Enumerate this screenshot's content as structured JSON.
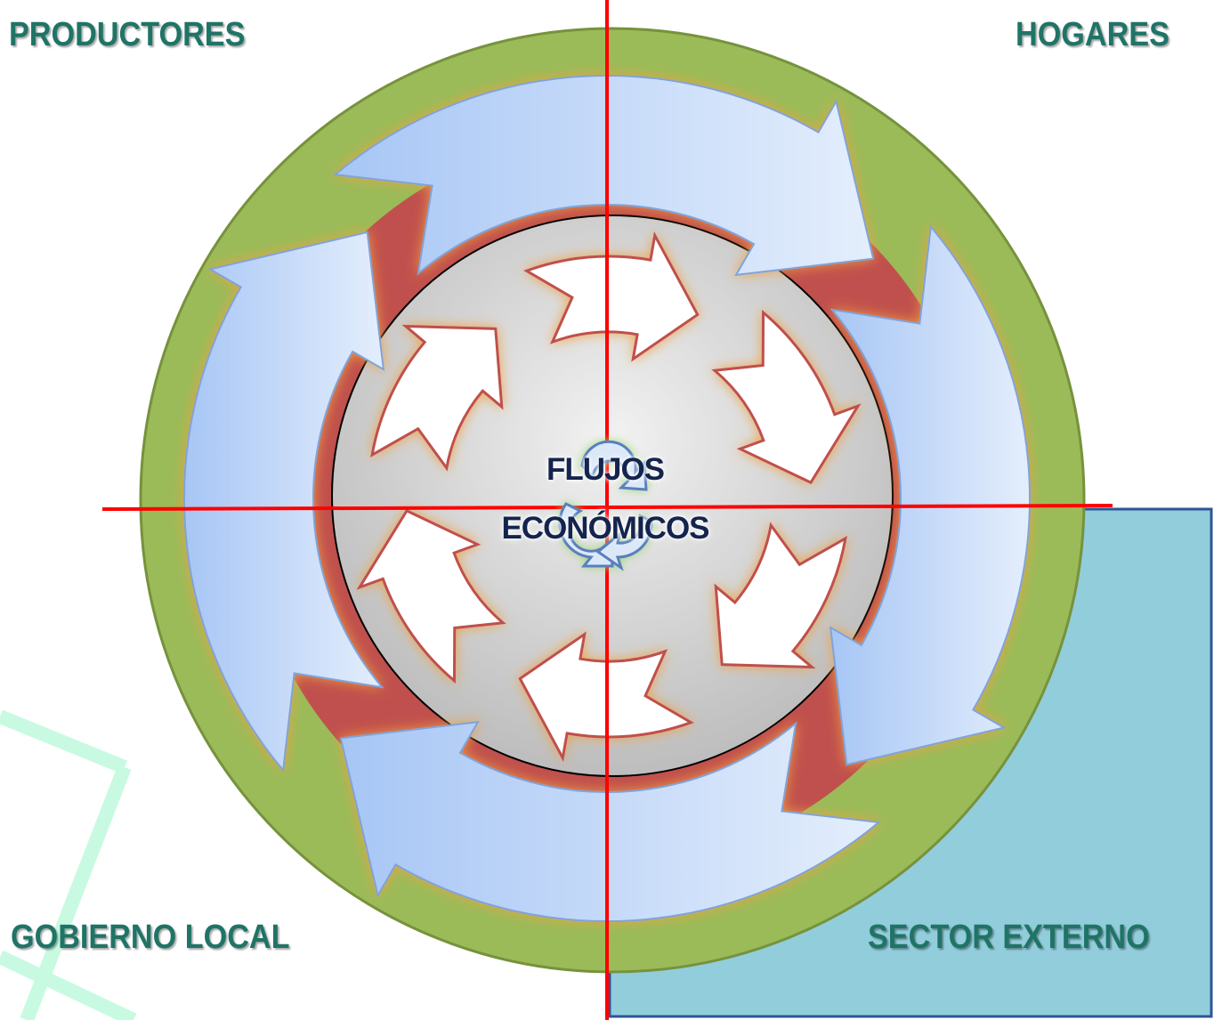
{
  "quadrants": {
    "top_left": "PRODUCTORES",
    "top_right": "HOGARES",
    "bottom_left": "GOBIERNO LOCAL",
    "bottom_right": "SECTOR EXTERNO"
  },
  "center": {
    "line1": "FLUJOS",
    "line2": "ECONÓMICOS"
  },
  "colors": {
    "outer_ring": "#9bbb59",
    "middle_ring": "#c0504d",
    "inner_disc": "#d4d4d4",
    "big_arrow": "#c6d9f1",
    "small_arrow": "#ffffff",
    "small_arrow_stroke": "#c0504d",
    "axis_lines": "#ff0000",
    "sector_box": "#92cddc",
    "sector_box_border": "#2f5597",
    "label_text": "#1f7466",
    "center_text": "#14244e"
  },
  "icons": {
    "center_cycle": "cycle-arrows-icon"
  }
}
